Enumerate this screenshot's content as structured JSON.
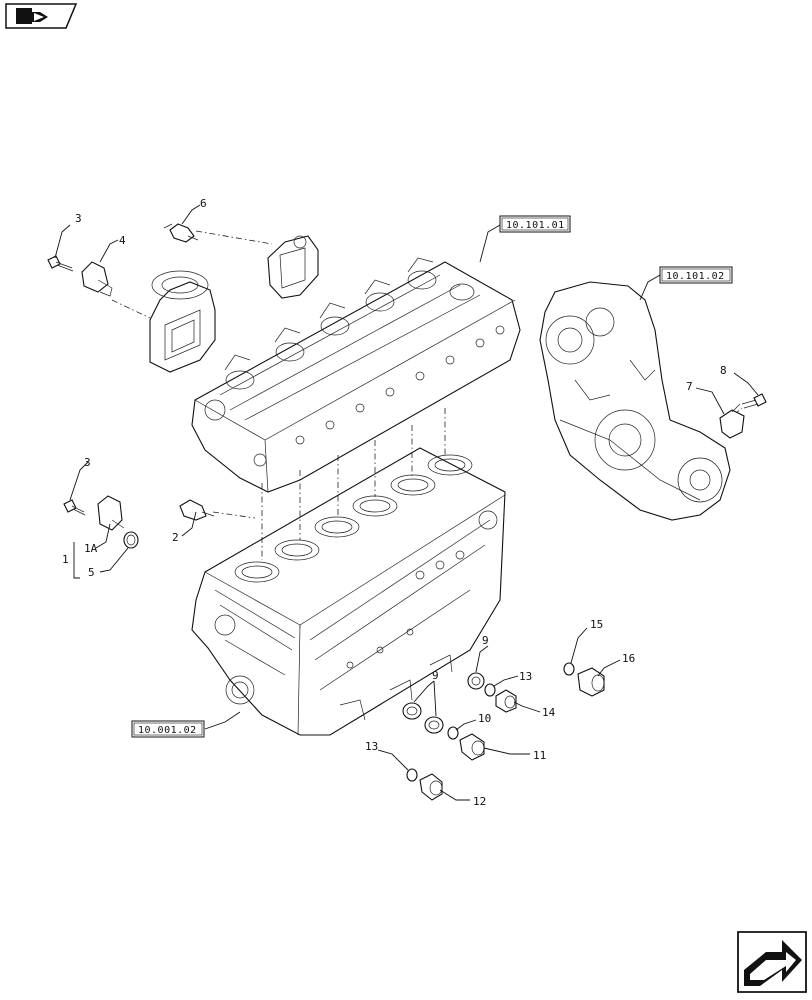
{
  "navigation": {
    "prev_icon": "back-arrow-icon",
    "next_icon": "forward-arrow-icon"
  },
  "references": [
    {
      "id": "ref-cylinder-head",
      "text": "10.101.01"
    },
    {
      "id": "ref-timing-cover",
      "text": "10.101.02"
    },
    {
      "id": "ref-engine-block",
      "text": "10.001.02"
    }
  ],
  "callouts": [
    {
      "id": "c3a",
      "text": "3"
    },
    {
      "id": "c4",
      "text": "4"
    },
    {
      "id": "c6",
      "text": "6"
    },
    {
      "id": "c3b",
      "text": "3"
    },
    {
      "id": "c2",
      "text": "2"
    },
    {
      "id": "c1",
      "text": "1"
    },
    {
      "id": "c1a",
      "text": "1A"
    },
    {
      "id": "c5",
      "text": "5"
    },
    {
      "id": "c8",
      "text": "8"
    },
    {
      "id": "c7",
      "text": "7"
    },
    {
      "id": "c15",
      "text": "15"
    },
    {
      "id": "c16",
      "text": "16"
    },
    {
      "id": "c9a",
      "text": "9"
    },
    {
      "id": "c13a",
      "text": "13"
    },
    {
      "id": "c14",
      "text": "14"
    },
    {
      "id": "c9b",
      "text": "9"
    },
    {
      "id": "c10",
      "text": "10"
    },
    {
      "id": "c11",
      "text": "11"
    },
    {
      "id": "c13b",
      "text": "13"
    },
    {
      "id": "c12",
      "text": "12"
    }
  ]
}
